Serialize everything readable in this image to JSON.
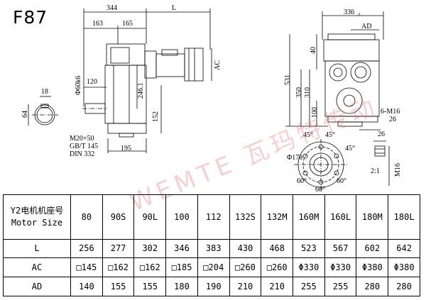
{
  "model": "F87",
  "watermark": "WEMTE 瓦玛特传动",
  "dims": {
    "d344": "344",
    "dL": "L",
    "d163": "163",
    "d165": "165",
    "dAC": "AC",
    "d120": "120",
    "d60k6": "Φ60k6",
    "d246": "246.1",
    "d152": "152",
    "d195": "195",
    "d18": "18",
    "d64": "64",
    "spec1": "M20×50",
    "spec2": "GB/T 145",
    "spec3": "DIN 332",
    "d336": "336",
    "d336sub": "-1",
    "dAD": "AD",
    "d40": "40",
    "d531": "531",
    "d350": "350",
    "d310": "310",
    "d100": "100",
    "d6m16": "6-M16",
    "d26deep": "26",
    "d26": "26",
    "d178": "Φ178",
    "a45a": "45°",
    "a45b": "45°",
    "a45c": "45°",
    "a60a": "60°",
    "a60b": "60°",
    "a60c": "60°",
    "scale": "2:1",
    "m16": "M16"
  },
  "table": {
    "header_line1": "Y2电机机座号",
    "header_line2": "Motor Size",
    "sizes": [
      "80",
      "90S",
      "90L",
      "100",
      "112",
      "132S",
      "132M",
      "160M",
      "160L",
      "180M",
      "180L"
    ],
    "rows": [
      {
        "label": "L",
        "values": [
          "256",
          "277",
          "302",
          "346",
          "383",
          "430",
          "468",
          "523",
          "567",
          "602",
          "642"
        ]
      },
      {
        "label": "AC",
        "values": [
          "□145",
          "□162",
          "□162",
          "□185",
          "□204",
          "□260",
          "□260",
          "Φ330",
          "Φ330",
          "Φ380",
          "Φ380"
        ]
      },
      {
        "label": "AD",
        "values": [
          "140",
          "155",
          "155",
          "180",
          "190",
          "210",
          "210",
          "255",
          "255",
          "280",
          "280"
        ]
      }
    ]
  }
}
